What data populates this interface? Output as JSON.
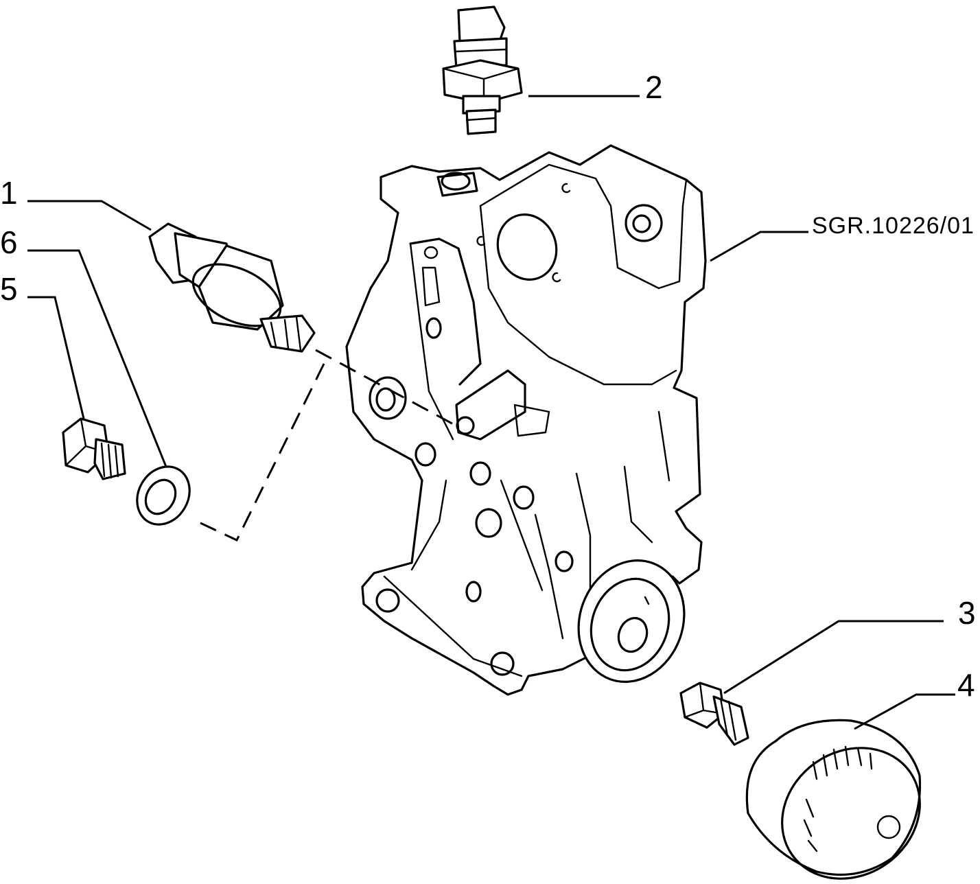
{
  "drawing": {
    "reference_code": "SGR.10226/01",
    "callouts": [
      {
        "id": "1",
        "label": "1"
      },
      {
        "id": "2",
        "label": "2"
      },
      {
        "id": "3",
        "label": "3"
      },
      {
        "id": "4",
        "label": "4"
      },
      {
        "id": "5",
        "label": "5"
      },
      {
        "id": "6",
        "label": "6"
      }
    ]
  },
  "colors": {
    "ink": "#000000",
    "paper": "#ffffff"
  }
}
